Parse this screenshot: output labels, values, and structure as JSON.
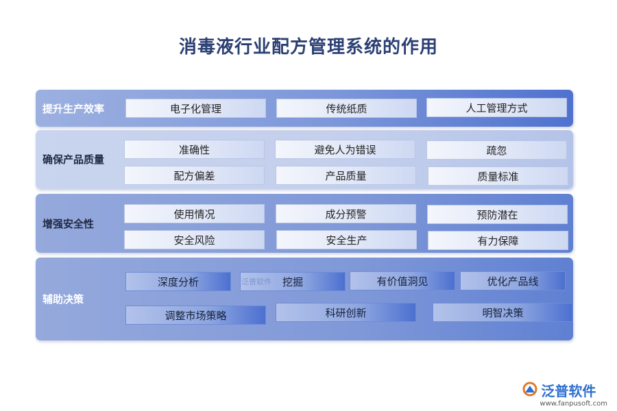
{
  "title": "消毒液行业配方管理系统的作用",
  "bands": [
    {
      "label": "提升生产效率",
      "rows": [
        [
          "电子化管理",
          "传统纸质",
          "人工管理方式"
        ]
      ]
    },
    {
      "label": "确保产品质量",
      "rows": [
        [
          "准确性",
          "避免人为错误",
          "疏忽"
        ],
        [
          "配方偏差",
          "产品质量",
          "质量标准"
        ]
      ]
    },
    {
      "label": "增强安全性",
      "rows": [
        [
          "使用情况",
          "成分预警",
          "预防潜在"
        ],
        [
          "安全风险",
          "安全生产",
          "有力保障"
        ]
      ]
    },
    {
      "label": "辅助决策",
      "rows": [
        [
          "深度分析",
          "挖掘",
          "有价值洞见",
          "优化产品线"
        ],
        [
          "调整市场策略",
          "科研创新",
          "明智决策"
        ]
      ]
    }
  ],
  "watermark": "泛普软件",
  "logo": {
    "name": "泛普软件",
    "url": "www.fanpusoft.com",
    "color": "#2e6fd0"
  }
}
